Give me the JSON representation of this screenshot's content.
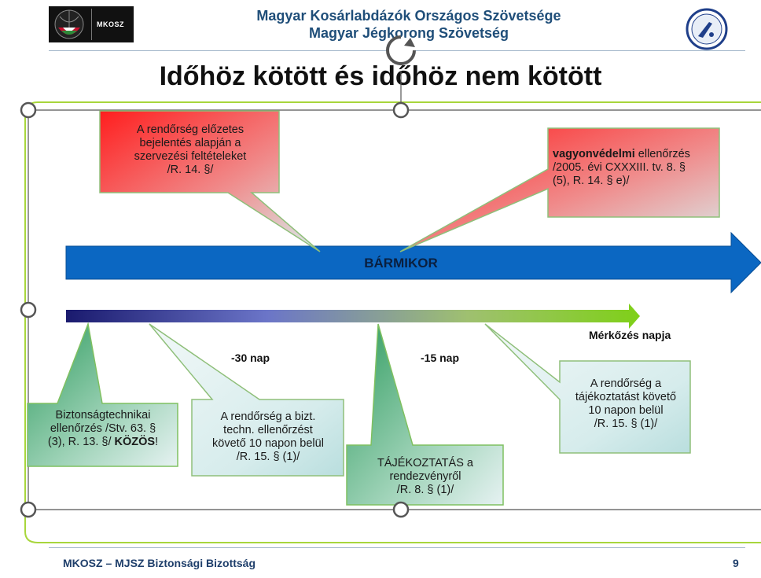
{
  "header": {
    "logo_text": "MKOSZ",
    "org_line1": "Magyar Kosárlabdázók Országos Szövetsége",
    "org_line2": "Magyar Jégkorong Szövetség"
  },
  "title": "Időhöz kötött és időhöz nem kötött",
  "timeline": {
    "barmikor_label": "BÁRMIKOR",
    "match_day_label": "Mérkőzés napja",
    "minus30_label": "-30 nap",
    "minus15_label": "-15 nap"
  },
  "callouts": {
    "police_prior": [
      "A rendőrség előzetes",
      "bejelentés alapján a",
      "szervezési feltételeket",
      "/R. 14. §/"
    ],
    "asset_protection": {
      "bold": "vagyonvédelmi",
      "rest_line1": " ellenőrzés",
      "line2": "/2005. évi CXXXIII. tv. 8. §",
      "line3": "(5), R. 14. § e)/"
    },
    "security_tech": {
      "line1": "Biztonságtechnikai",
      "line2": "ellenőrzés /Stv. 63. §",
      "line3_prefix": "(3), R. 13. §/ ",
      "line3_bold": "KÖZÖS",
      "line3_suffix": "!"
    },
    "police_tech": [
      "A rendőrség a bizt.",
      "techn. ellenőrzést",
      "követő 10 napon belül",
      "/R. 15. § (1)/"
    ],
    "info_event": [
      "TÁJÉKOZTATÁS a",
      "rendezvényről",
      "/R. 8. § (1)/"
    ],
    "police_info": [
      "A rendőrség a",
      "tájékoztatást követő",
      "10 napon belül",
      "/R. 15. § (1)/"
    ]
  },
  "footer": {
    "left": "MKOSZ – MJSZ Biztonsági Bizottság",
    "page_number": "9"
  },
  "colors": {
    "heading_blue": "#1f4e79",
    "arrow_blue": "#0b67c2",
    "frame_green": "#a8d63c",
    "callout_red": "#ee2b2b",
    "callout_green": "#2e9b5e",
    "callout_light": "#e6f2f2"
  }
}
